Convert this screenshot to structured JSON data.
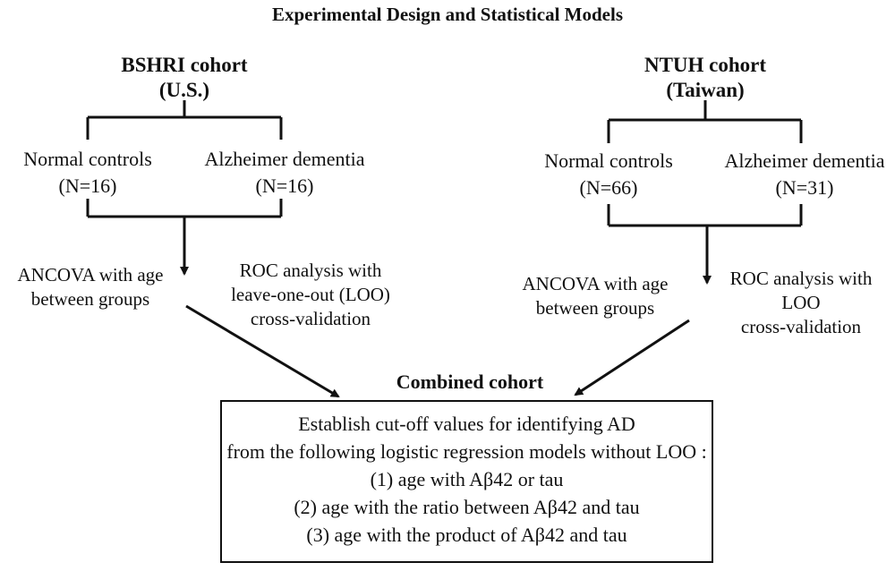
{
  "title": "Experimental Design and Statistical Models",
  "left_cohort": {
    "name": "BSHRI cohort",
    "location": "(U.S.)",
    "group_a_label": "Normal controls",
    "group_a_n": "(N=16)",
    "group_b_label": "Alzheimer dementia",
    "group_b_n": "(N=16)",
    "ancova_line1": "ANCOVA with age",
    "ancova_line2": "between groups",
    "roc_line1": "ROC analysis with",
    "roc_line2": "leave-one-out (LOO)",
    "roc_line3": "cross-validation"
  },
  "right_cohort": {
    "name": "NTUH cohort",
    "location": "(Taiwan)",
    "group_a_label": "Normal controls",
    "group_a_n": "(N=66)",
    "group_b_label": "Alzheimer dementia",
    "group_b_n": "(N=31)",
    "ancova_line1": "ANCOVA with age",
    "ancova_line2": "between groups",
    "roc_line1": "ROC analysis with",
    "roc_line2": "LOO",
    "roc_line3": "cross-validation"
  },
  "combined": {
    "label": "Combined cohort",
    "lines": [
      "Establish cut-off values for identifying AD",
      "from the following logistic regression models without LOO :",
      "(1) age with Aβ42 or tau",
      "(2) age with the ratio between Aβ42 and tau",
      "(3) age with the product of Aβ42 and tau"
    ]
  },
  "colors": {
    "line": "#111111",
    "text": "#111111",
    "background": "#ffffff"
  }
}
